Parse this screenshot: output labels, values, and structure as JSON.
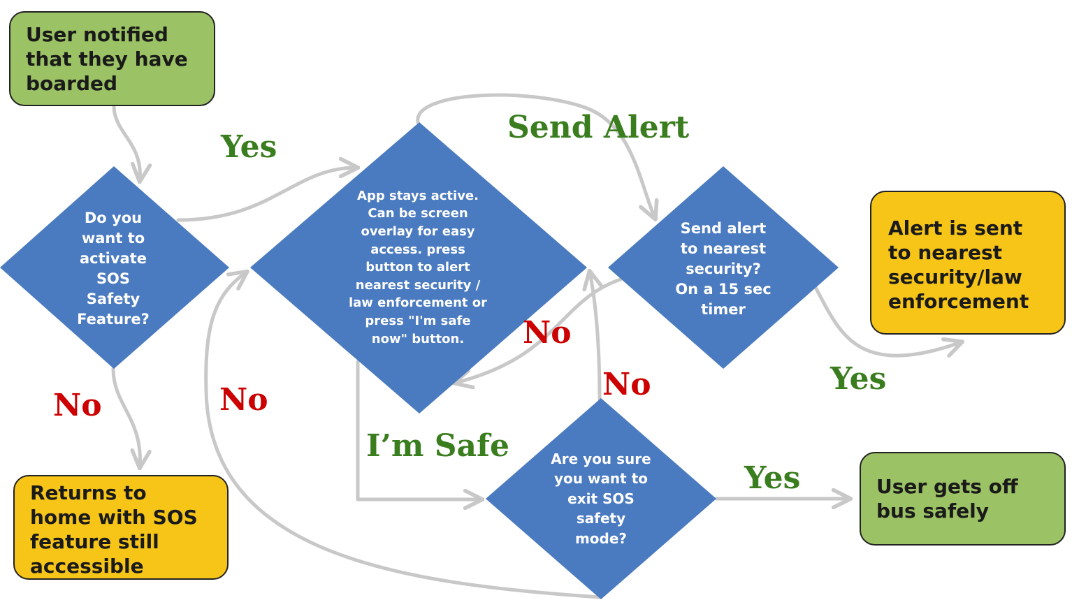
{
  "colors": {
    "start_end_box": "#9bc264",
    "result_box": "#f6c518",
    "decision": "#4a7abf",
    "arrow": "#c8c8c8",
    "yes_label": "#3a7d1e",
    "no_label": "#cc0000"
  },
  "nodes": {
    "start": "User notified that they have boarded",
    "q_activate": "Do you want to activate SOS Safety Feature?",
    "app_active": "App stays active. Can be screen overlay for easy access. press button to alert nearest security / law enforcement or press \"I'm safe now\" button.",
    "q_send_alert": "Send alert to nearest security? On a 15 sec timer",
    "result_alert": "Alert is sent to nearest security/law enforcement",
    "result_home": "Returns to home with SOS feature still accessible",
    "q_exit": "Are you sure you want to exit SOS safety mode?",
    "end_safe": "User gets off bus safely"
  },
  "edge_labels": {
    "yes_activate": "Yes",
    "no_activate": "No",
    "send_alert": "Send Alert",
    "im_safe": "I’m Safe",
    "no_send_alert": "No",
    "no_exit_loop": "No",
    "no_exit_up": "No",
    "yes_send_alert": "Yes",
    "yes_exit": "Yes"
  }
}
